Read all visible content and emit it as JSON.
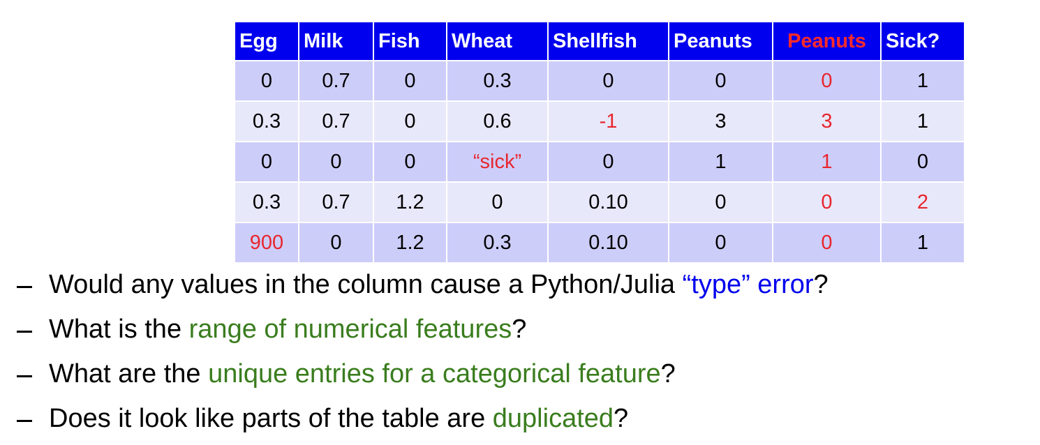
{
  "table": {
    "headers": [
      "Egg",
      "Milk",
      "Fish",
      "Wheat",
      "Shellfish",
      "Peanuts",
      "Peanuts",
      "Sick?"
    ],
    "rows": [
      [
        "0",
        "0.7",
        "0",
        "0.3",
        "0",
        "0",
        "0",
        "1"
      ],
      [
        "0.3",
        "0.7",
        "0",
        "0.6",
        "-1",
        "3",
        "3",
        "1"
      ],
      [
        "0",
        "0",
        "0",
        "“sick”",
        "0",
        "1",
        "1",
        "0"
      ],
      [
        "0.3",
        "0.7",
        "1.2",
        "0",
        "0.10",
        "0",
        "0",
        "2"
      ],
      [
        "900",
        "0",
        "1.2",
        "0.3",
        "0.10",
        "0",
        "0",
        "1"
      ]
    ],
    "highlight_color": "#e8262d",
    "header_bg": "#0000ee"
  },
  "bullets": [
    {
      "pre": "Would any values in the column cause a Python/Julia ",
      "hl": "“type” error",
      "hl_color": "blue",
      "post": "?"
    },
    {
      "pre": "What is the ",
      "hl": "range of numerical features",
      "hl_color": "green",
      "post": "?"
    },
    {
      "pre": "What are the ",
      "hl": "unique entries for a categorical feature",
      "hl_color": "green",
      "post": "?"
    },
    {
      "pre": "Does it look like parts of the table are ",
      "hl": "duplicated",
      "hl_color": "green",
      "post": "?"
    }
  ]
}
